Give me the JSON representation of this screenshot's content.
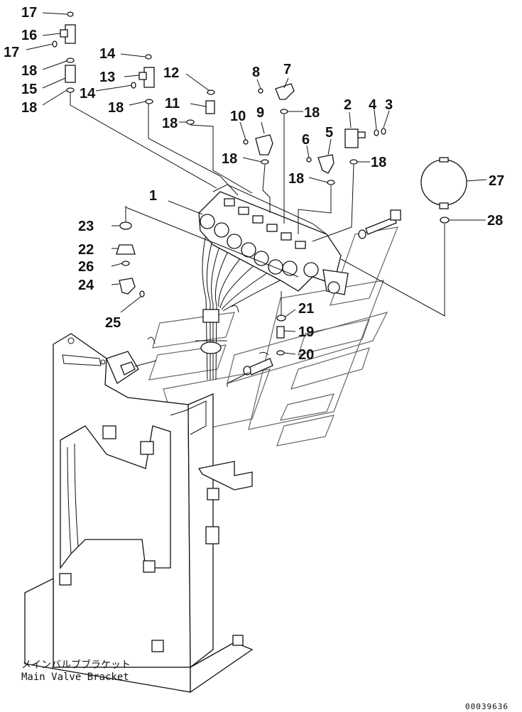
{
  "diagram": {
    "callouts": {
      "c17a": "17",
      "c16": "16",
      "c17b": "17",
      "c14a": "14",
      "c18a": "18",
      "c15": "15",
      "c13": "13",
      "c12": "12",
      "c14b": "14",
      "c18b": "18",
      "c8": "8",
      "c7": "7",
      "c11": "11",
      "c18c": "18",
      "c2": "2",
      "c4": "4",
      "c3": "3",
      "c10": "10",
      "c9": "9",
      "c18d": "18",
      "c18e": "18",
      "c6": "6",
      "c5": "5",
      "c18f": "18",
      "c18g": "18",
      "c18h": "18",
      "c27": "27",
      "c1": "1",
      "c28": "28",
      "c23": "23",
      "c22": "22",
      "c26": "26",
      "c24": "24",
      "c25": "25",
      "c21": "21",
      "c19": "19",
      "c20": "20"
    },
    "caption_jp": "メインバルブブラケット",
    "caption_en": "Main Valve Bracket",
    "doc_number": "00039636"
  }
}
